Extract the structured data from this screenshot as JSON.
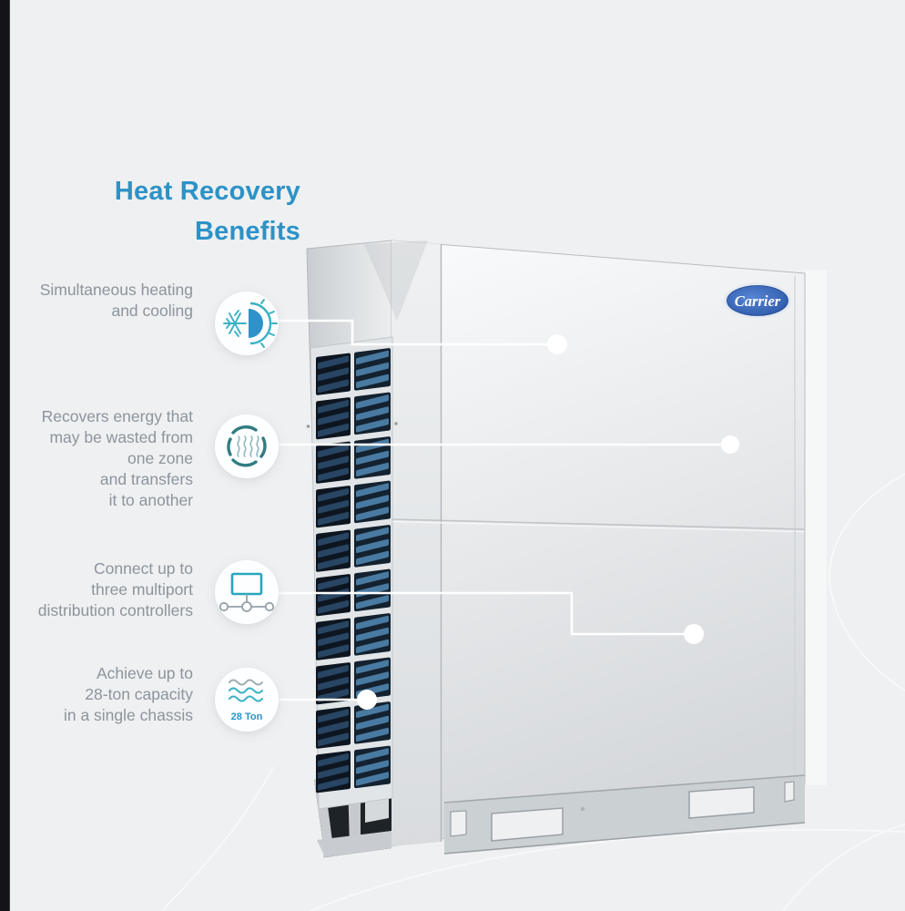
{
  "title": {
    "line1": "Heat Recovery",
    "line2": "Benefits"
  },
  "brand": {
    "name": "Carrier"
  },
  "benefits": [
    {
      "id": "simultaneous-heating-cooling",
      "lines": [
        "Simultaneous heating",
        "and cooling"
      ]
    },
    {
      "id": "energy-recovery",
      "lines": [
        "Recovers energy that",
        "may be wasted from",
        "one zone",
        "and transfers",
        "it to another"
      ]
    },
    {
      "id": "multiport-controllers",
      "lines": [
        "Connect up to",
        "three multiport",
        "distribution controllers"
      ]
    },
    {
      "id": "28-ton-capacity",
      "lines": [
        "Achieve up to",
        "28-ton capacity",
        "in a single chassis"
      ],
      "badge": "28 Ton"
    }
  ],
  "colors": {
    "accent_blue": "#2d92c6",
    "icon_teal": "#3ab2c4",
    "recovery_teal": "#2f7d80",
    "text_gray": "#8d949c",
    "louver_blue": "#4c7fa8",
    "logo_blue": "#2b57a8",
    "background": "#eef0f1",
    "edge_bar_black": "#131318"
  }
}
